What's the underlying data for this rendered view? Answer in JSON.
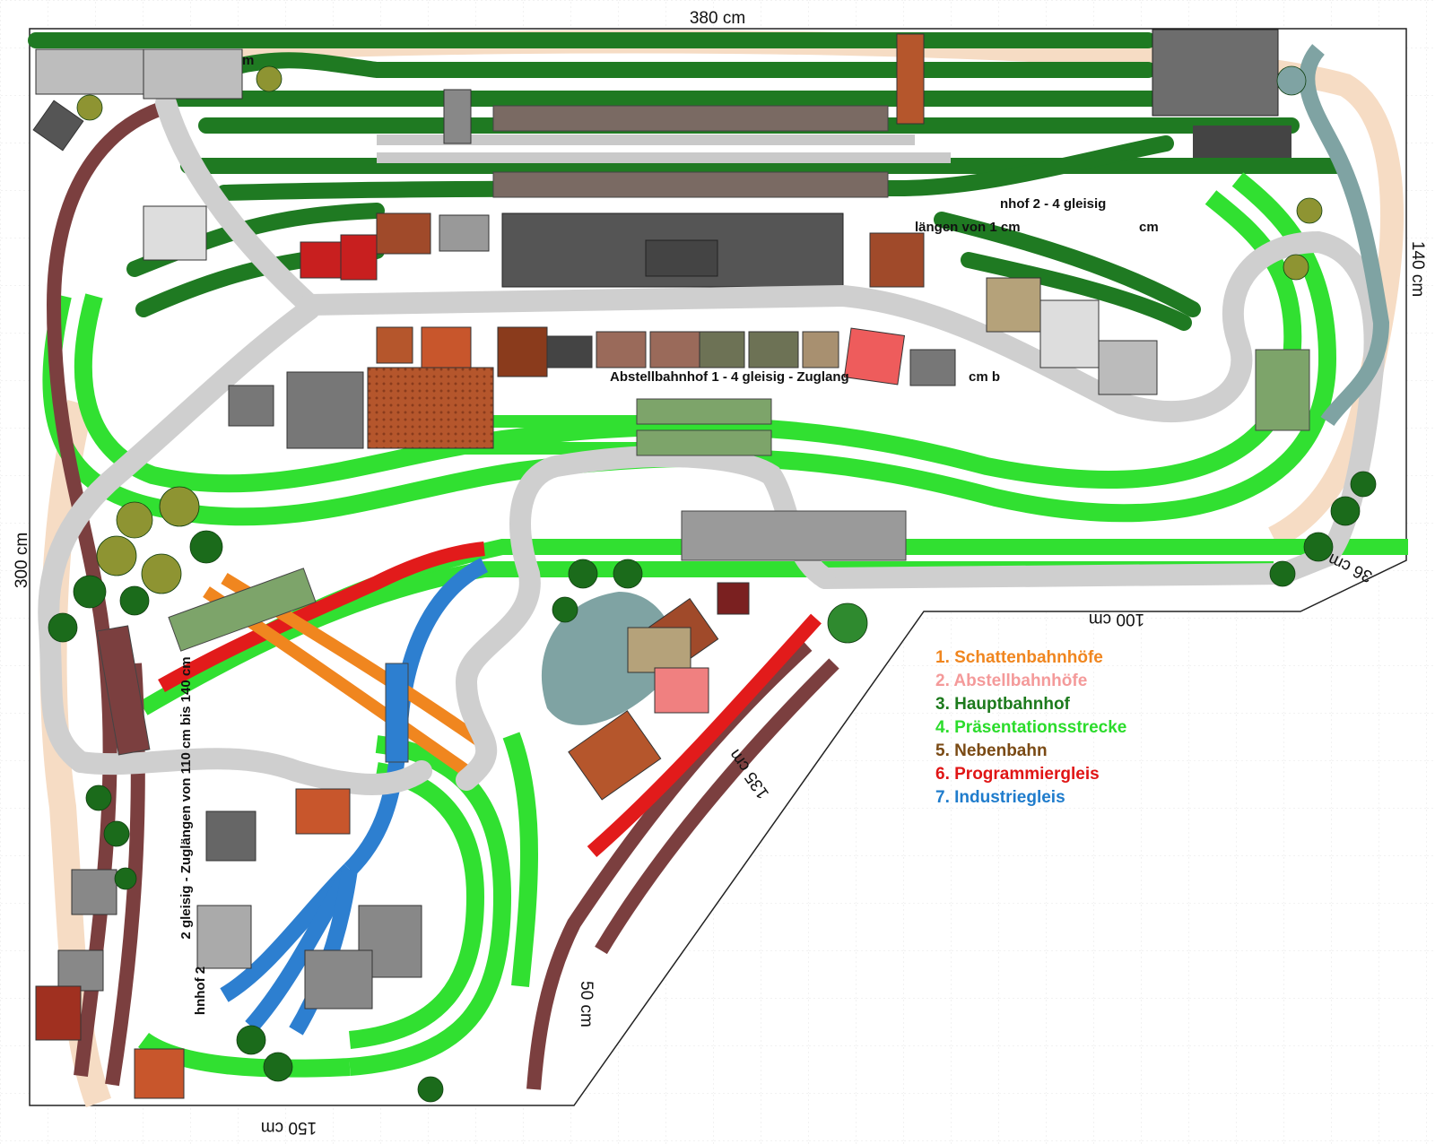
{
  "dimensions": {
    "top": "380 cm",
    "left": "300 cm",
    "right": "140 cm",
    "diag": "36 cm",
    "notch": "100 cm",
    "diagonal_lower": "135 cm",
    "inner_vertical": "50 cm",
    "bottom": "150 cm"
  },
  "labels": {
    "top_left_station": "m",
    "yard_top": "nhof 2 - 4 gleisig",
    "yard_lengths": "längen von 1 cm",
    "yard_lengths_end": "cm",
    "abstell_1": "Abstellbahnhof 1 - 4 gleisig - Zuglang",
    "abstell_1_end": "cm b",
    "left_rotated": "2 gleisig - Zuglängen von 110 cm bis 140 cm",
    "left_rotated_2": "hnhof 2"
  },
  "legend": [
    {
      "label": "1. Schattenbahnhöfe",
      "color": "#f0861f"
    },
    {
      "label": "2. Abstellbahnhöfe",
      "color": "#f49a9a"
    },
    {
      "label": "3. Hauptbahnhof",
      "color": "#1c7a1c"
    },
    {
      "label": "4. Präsentationsstrecke",
      "color": "#2bdc2b"
    },
    {
      "label": "5. Nebenbahn",
      "color": "#7a4a14"
    },
    {
      "label": "6. Programmiergleis",
      "color": "#e01515"
    },
    {
      "label": "7. Industriegleis",
      "color": "#1f7ccc"
    }
  ],
  "colors": {
    "hauptbahnhof": "#1f7a22",
    "praesentation": "#31e031",
    "nebenbahn": "#7b3f3f",
    "programmier": "#e21b1b",
    "industrie": "#2d7fd0",
    "schatten": "#f0861f",
    "road": "#cfcfcf",
    "sand": "#f6dcc4",
    "water": "#7fa3a3",
    "tree_dark": "#1b6b1b",
    "tree_olive": "#8e9432"
  }
}
